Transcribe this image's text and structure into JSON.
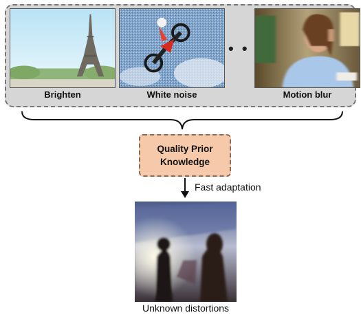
{
  "distortions": {
    "captions": [
      "Brighten",
      "White noise",
      "Motion blur"
    ],
    "ellipsis": "• • •"
  },
  "knowledge": {
    "line1": "Quality Prior",
    "line2": "Knowledge"
  },
  "adaptation_label": "Fast adaptation",
  "result_caption": "Unknown distortions",
  "colors": {
    "panel_bg": "#d6d6d6",
    "knowledge_box": "#f6c9aa"
  }
}
